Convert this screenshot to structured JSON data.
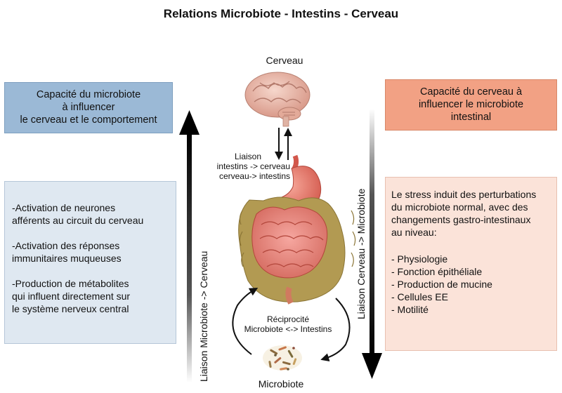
{
  "title": "Relations Microbiote - Intestins - Cerveau",
  "left_header": {
    "lines": [
      "Capacité du microbiote",
      "à influencer",
      "le cerveau et le comportement"
    ]
  },
  "left_body": {
    "items": [
      "-Activation de neurones\nafférents au circuit du cerveau",
      "-Activation des réponses\nimmunitaires muqueuses",
      "-Production de métabolites\n qui influent directement sur\nle système nerveux central"
    ]
  },
  "right_header": {
    "lines": [
      "Capacité du cerveau à",
      "influencer  le microbiote",
      "intestinal"
    ]
  },
  "right_body": {
    "intro": "Le stress induit des perturbations\ndu microbiote normal, avec des\nchangements gastro-intestinaux\nau niveau:",
    "items": [
      "- Physiologie",
      "- Fonction épithéliale",
      "- Production de mucine",
      "- Cellules EE",
      "- Motilité"
    ]
  },
  "center": {
    "brain_label": "Cerveau",
    "link_label_1": "Liaison",
    "link_label_2": "intestins -> cerveau",
    "link_label_3": "cerveau-> intestins",
    "reciprocity_1": "Réciprocité",
    "reciprocity_2": "Microbiote <-> Intestins",
    "microbiota_label": "Microbiote"
  },
  "vertical_labels": {
    "left": "Liaison Microbiote -> Cerveau",
    "right": "Liaison Cerveau -> Microbiote"
  },
  "colors": {
    "blue_header": "#9bb9d6",
    "blue_body": "#dfe8f1",
    "orange_header": "#f2a184",
    "orange_body": "#fbe3d9"
  }
}
